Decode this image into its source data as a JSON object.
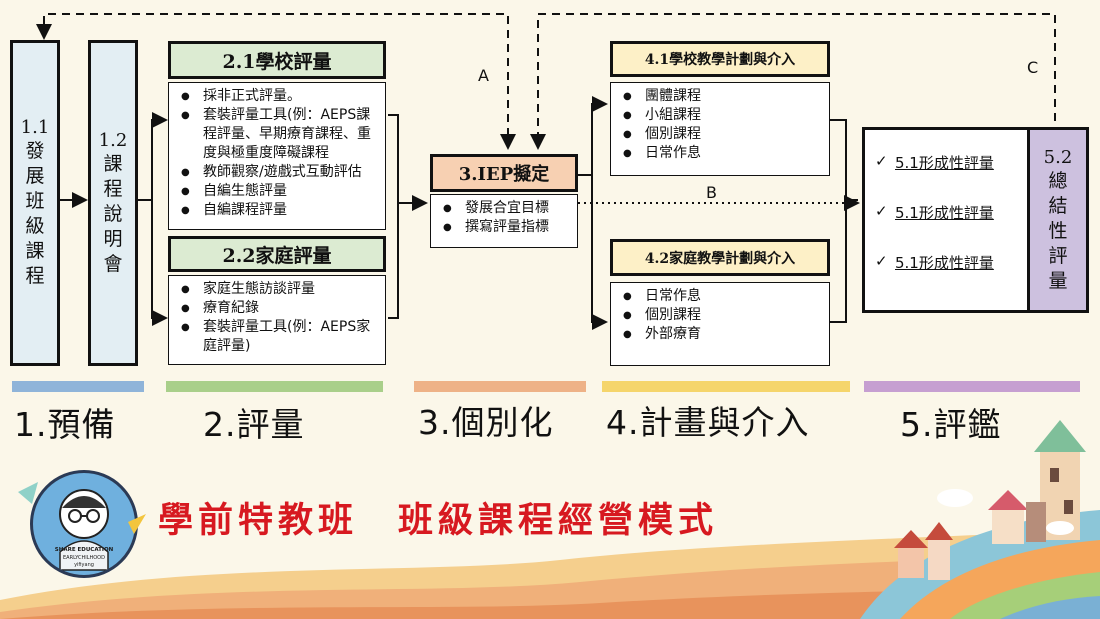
{
  "boxes": {
    "b11": {
      "num": "1.1",
      "text": "發展班級課程"
    },
    "b12": {
      "num": "1.2",
      "text": "課程說明會"
    },
    "b52": {
      "num": "5.2",
      "text": "總結性評量"
    }
  },
  "section21": {
    "title": "2.1學校評量",
    "items": [
      "採非正式評量。",
      "套裝評量工具(例：AEPS課程評量、早期療育課程、重度與極重度障礙課程",
      "教師觀察/遊戲式互動評估",
      "自編生態評量",
      "自編課程評量"
    ]
  },
  "section22": {
    "title": "2.2家庭評量",
    "items": [
      "家庭生態訪談評量",
      "療育紀錄",
      "套裝評量工具(例：AEPS家庭評量)"
    ]
  },
  "section3": {
    "title": "3.IEP擬定",
    "items": [
      "發展合宜目標",
      "撰寫評量指標"
    ]
  },
  "section41": {
    "title": "4.1學校教學計劃與介入",
    "items": [
      "團體課程",
      "小組課程",
      "個別課程",
      "日常作息"
    ]
  },
  "section42": {
    "title": "4.2家庭教學計劃與介入",
    "items": [
      "日常作息",
      "個別課程",
      "外部療育"
    ]
  },
  "section51": {
    "check": "✓",
    "items": [
      "5.1形成性評量",
      "5.1形成性評量",
      "5.1形成性評量"
    ]
  },
  "labels": {
    "a": "A",
    "b": "B",
    "c": "C"
  },
  "stages": [
    "1.預備",
    "2.評量",
    "3.個別化",
    "4.計畫與介入",
    "5.評鑑"
  ],
  "stage_colors": [
    "#8fb4d9",
    "#a9cf8a",
    "#eeb287",
    "#f5d56b",
    "#c69fd1"
  ],
  "title": "學前特教班　班級課程經營模式",
  "logo": {
    "line1": "SHARE EDUCATION",
    "line2": "EARLYCHILHOOD",
    "line3": "yifiyang"
  },
  "colors": {
    "title": "#d71920",
    "head_green": "#dcebd2",
    "head_orange": "#f7d0b2",
    "head_yellow": "#fdf0c7",
    "box_purple": "#cdc1df"
  }
}
